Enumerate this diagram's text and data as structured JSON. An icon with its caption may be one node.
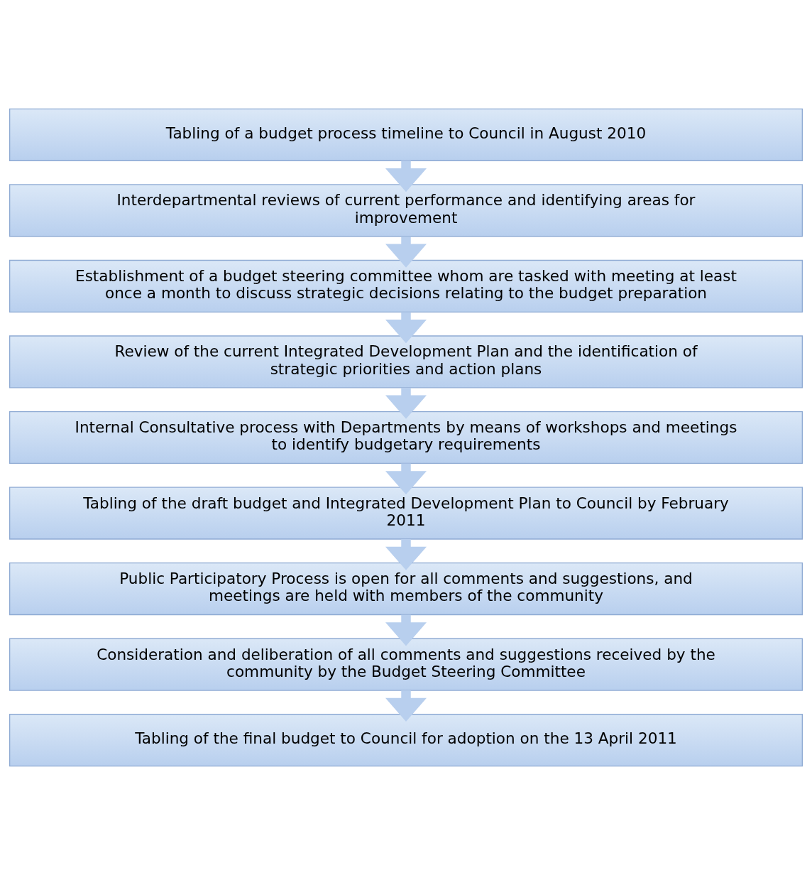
{
  "diagram": {
    "nodes": [
      {
        "text": [
          "Tabling of a budget process timeline to Council in August 2010"
        ]
      },
      {
        "text": [
          "Interdepartmental reviews of current performance and identifying areas for improvement"
        ]
      },
      {
        "text": [
          "Establishment of a budget steering committee whom are tasked with meeting at least once a month to discuss strategic decisions relating to the budget preparation"
        ]
      },
      {
        "text": [
          "Review of the current Integrated Development Plan and the identification of strategic priorities and action plans"
        ]
      },
      {
        "text": [
          "Internal Consultative process with Departments by means of workshops and meetings to identify budgetary requirements"
        ]
      },
      {
        "text": [
          "Tabling of the draft budget and Integrated Development Plan to Council by February 2011"
        ]
      },
      {
        "text": [
          "Public Participatory Process is open for all comments and suggestions, and meetings are held with members of the community"
        ]
      },
      {
        "text": [
          "Consideration and deliberation of all comments and suggestions received by the community by the Budget Steering Committee"
        ]
      },
      {
        "text": [
          "Tabling of the final budget to Council for adoption on the 13 April 2011"
        ]
      }
    ],
    "edges": [
      {
        "from": 0,
        "to": 1,
        "arrow": "to"
      },
      {
        "from": 1,
        "to": 2,
        "arrow": "to"
      },
      {
        "from": 2,
        "to": 3,
        "arrow": "to"
      },
      {
        "from": 3,
        "to": 4,
        "arrow": "to"
      },
      {
        "from": 4,
        "to": 5,
        "arrow": "to"
      },
      {
        "from": 5,
        "to": 6,
        "arrow": "to"
      },
      {
        "from": 6,
        "to": 7,
        "arrow": "to"
      },
      {
        "from": 7,
        "to": 8,
        "arrow": "to"
      }
    ]
  }
}
